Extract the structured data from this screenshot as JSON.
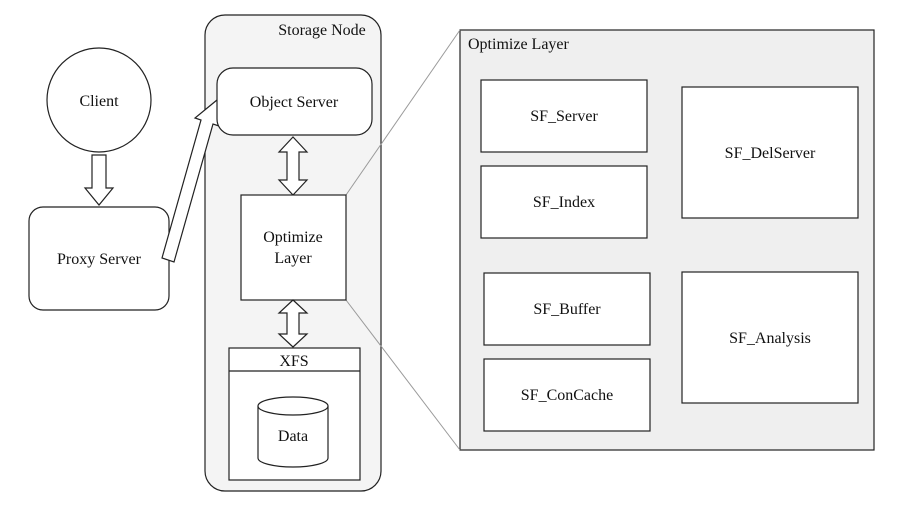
{
  "nodes": {
    "client": "Client",
    "proxy_server": "Proxy Server",
    "storage_node": "Storage Node",
    "object_server": "Object Server",
    "optimize_layer_line1": "Optimize",
    "optimize_layer_line2": "Layer",
    "xfs": "XFS",
    "data": "Data"
  },
  "detail_panel": {
    "title": "Optimize Layer",
    "modules": {
      "sf_server": "SF_Server",
      "sf_index": "SF_Index",
      "sf_delserver": "SF_DelServer",
      "sf_buffer": "SF_Buffer",
      "sf_concache": "SF_ConCache",
      "sf_analysis": "SF_Analysis"
    }
  },
  "colors": {
    "panel_fill": "#efefef",
    "storage_fill": "#f4f4f4",
    "stroke": "#222222",
    "zoom_line": "#9a9a9a"
  }
}
